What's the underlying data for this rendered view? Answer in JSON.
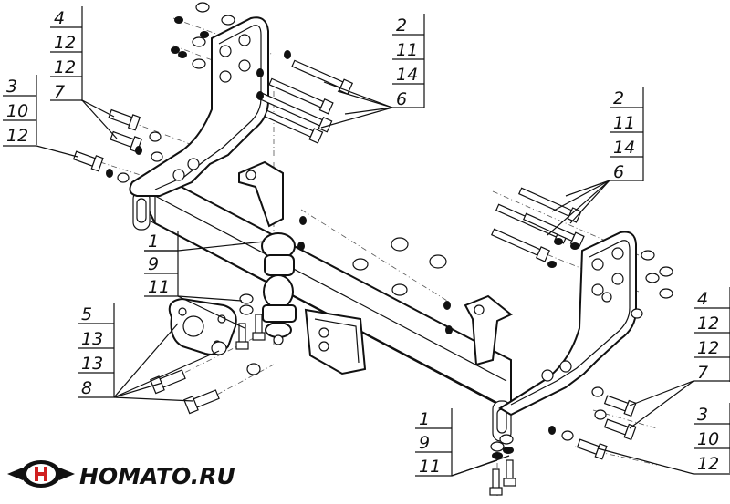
{
  "callouts": [
    {
      "id": "c-top-left-4",
      "numbers": [
        "4",
        "12",
        "12",
        "7"
      ]
    },
    {
      "id": "c-left-3",
      "numbers": [
        "3",
        "10",
        "12"
      ]
    },
    {
      "id": "c-top-right-2",
      "numbers": [
        "2",
        "11",
        "14",
        "6"
      ]
    },
    {
      "id": "c-right-2",
      "numbers": [
        "2",
        "11",
        "14",
        "6"
      ]
    },
    {
      "id": "c-mid-1",
      "numbers": [
        "1",
        "9",
        "11"
      ]
    },
    {
      "id": "c-low-left-5",
      "numbers": [
        "5",
        "13",
        "13",
        "8"
      ]
    },
    {
      "id": "c-right-4",
      "numbers": [
        "4",
        "12",
        "12",
        "7"
      ]
    },
    {
      "id": "c-right-3",
      "numbers": [
        "3",
        "10",
        "12"
      ]
    },
    {
      "id": "c-bottom-1",
      "numbers": [
        "1",
        "9",
        "11"
      ]
    }
  ],
  "brand": {
    "name": "HOMATO.RU"
  }
}
